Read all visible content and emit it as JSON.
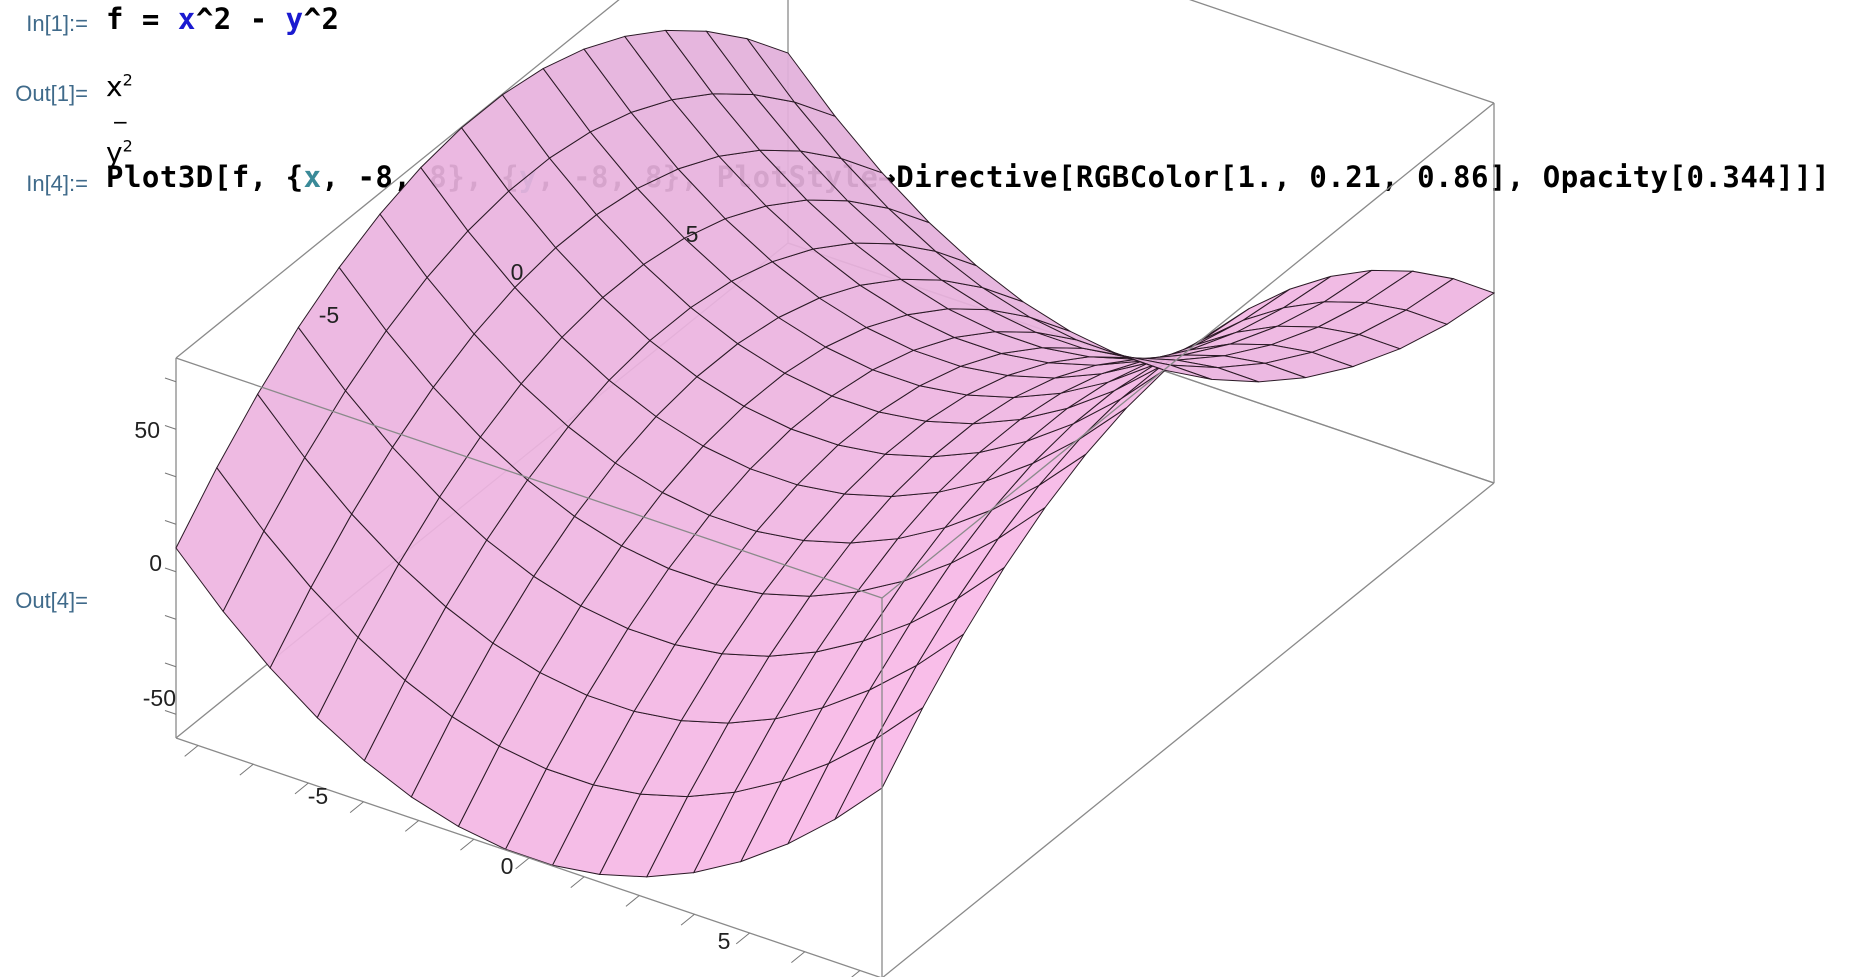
{
  "cells": {
    "in1": {
      "label": "In[1]:=",
      "tokens": [
        {
          "text": "f = ",
          "cls": ""
        },
        {
          "text": "x",
          "cls": "sym-global"
        },
        {
          "text": "^2 - ",
          "cls": ""
        },
        {
          "text": "y",
          "cls": "sym-global"
        },
        {
          "text": "^2",
          "cls": ""
        }
      ]
    },
    "out1": {
      "label": "Out[1]=",
      "base1": "x",
      "exp1": "2",
      "op": "−",
      "base2": "y",
      "exp2": "2"
    },
    "in4": {
      "label": "In[4]:=",
      "tokens": [
        {
          "text": "Plot3D[f, {",
          "cls": ""
        },
        {
          "text": "x",
          "cls": "sym-local"
        },
        {
          "text": ", -8, 8}, {",
          "cls": ""
        },
        {
          "text": "y",
          "cls": "sym-local"
        },
        {
          "text": ", -8, 8}, PlotStyle→Directive[RGBColor[1., 0.21, 0.86], Opacity[0.344]]]",
          "cls": ""
        }
      ]
    },
    "out4": {
      "label": "Out[4]="
    }
  },
  "chart_data": {
    "type": "surface3d",
    "function": "x^2 - y^2",
    "x_range": [
      -8,
      8
    ],
    "y_range": [
      -8,
      8
    ],
    "z_range": [
      -64,
      64
    ],
    "mesh_lines": 15,
    "surface_color": "#ff36db",
    "opacity": 0.344,
    "x_ticks": [
      "-5",
      "0",
      "5"
    ],
    "y_ticks": [
      "-5",
      "0",
      "5"
    ],
    "z_ticks": [
      "50",
      "0",
      "-50"
    ],
    "top_edge_ticks": [
      "-5",
      "0",
      "5"
    ]
  }
}
